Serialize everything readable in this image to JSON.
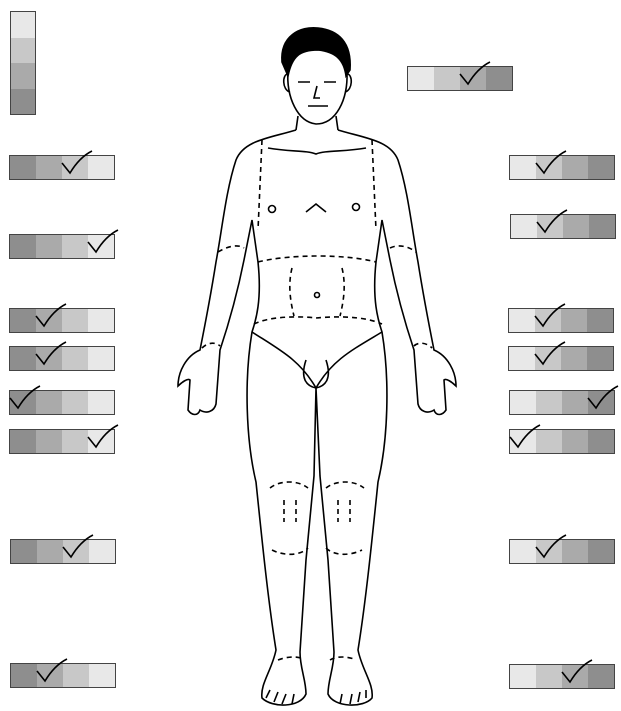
{
  "colors": {
    "shade_1": "#e8e8e8",
    "shade_2": "#c8c8c8",
    "shade_3": "#aaaaaa",
    "shade_4": "#8e8e8e",
    "outline": "#000000"
  },
  "legend": {
    "icon": "intensity-legend",
    "levels_top_to_bottom": [
      "#e8e8e8",
      "#c8c8c8",
      "#aaaaaa",
      "#8e8e8e"
    ]
  },
  "figure": {
    "icon": "human-body-front-outline"
  },
  "scales": [
    {
      "id": "head-right-of-figure",
      "cells": [
        "#e8e8e8",
        "#c8c8c8",
        "#aaaaaa",
        "#8e8e8e"
      ],
      "checked_cell": 3
    },
    {
      "id": "left-1",
      "cells": [
        "#8e8e8e",
        "#aaaaaa",
        "#c8c8c8",
        "#e8e8e8"
      ],
      "checked_cell": 3
    },
    {
      "id": "left-2",
      "cells": [
        "#8e8e8e",
        "#aaaaaa",
        "#c8c8c8",
        "#e8e8e8"
      ],
      "checked_cell": 4
    },
    {
      "id": "left-3",
      "cells": [
        "#8e8e8e",
        "#aaaaaa",
        "#c8c8c8",
        "#e8e8e8"
      ],
      "checked_cell": 2
    },
    {
      "id": "left-4",
      "cells": [
        "#8e8e8e",
        "#aaaaaa",
        "#c8c8c8",
        "#e8e8e8"
      ],
      "checked_cell": 2
    },
    {
      "id": "left-5",
      "cells": [
        "#8e8e8e",
        "#aaaaaa",
        "#c8c8c8",
        "#e8e8e8"
      ],
      "checked_cell": 1
    },
    {
      "id": "left-6",
      "cells": [
        "#8e8e8e",
        "#aaaaaa",
        "#c8c8c8",
        "#e8e8e8"
      ],
      "checked_cell": 4
    },
    {
      "id": "left-7",
      "cells": [
        "#8e8e8e",
        "#aaaaaa",
        "#c8c8c8",
        "#e8e8e8"
      ],
      "checked_cell": 3
    },
    {
      "id": "left-8",
      "cells": [
        "#8e8e8e",
        "#aaaaaa",
        "#c8c8c8",
        "#e8e8e8"
      ],
      "checked_cell": 2
    },
    {
      "id": "right-1",
      "cells": [
        "#e8e8e8",
        "#c8c8c8",
        "#aaaaaa",
        "#8e8e8e"
      ],
      "checked_cell": 2
    },
    {
      "id": "right-2",
      "cells": [
        "#e8e8e8",
        "#c8c8c8",
        "#aaaaaa",
        "#8e8e8e"
      ],
      "checked_cell": 2
    },
    {
      "id": "right-3",
      "cells": [
        "#e8e8e8",
        "#c8c8c8",
        "#aaaaaa",
        "#8e8e8e"
      ],
      "checked_cell": 2
    },
    {
      "id": "right-4",
      "cells": [
        "#e8e8e8",
        "#c8c8c8",
        "#aaaaaa",
        "#8e8e8e"
      ],
      "checked_cell": 2
    },
    {
      "id": "right-5",
      "cells": [
        "#e8e8e8",
        "#c8c8c8",
        "#aaaaaa",
        "#8e8e8e"
      ],
      "checked_cell": 4
    },
    {
      "id": "right-6",
      "cells": [
        "#e8e8e8",
        "#c8c8c8",
        "#aaaaaa",
        "#8e8e8e"
      ],
      "checked_cell": 1
    },
    {
      "id": "right-7",
      "cells": [
        "#e8e8e8",
        "#c8c8c8",
        "#aaaaaa",
        "#8e8e8e"
      ],
      "checked_cell": 2
    },
    {
      "id": "right-8",
      "cells": [
        "#e8e8e8",
        "#c8c8c8",
        "#aaaaaa",
        "#8e8e8e"
      ],
      "checked_cell": 3
    }
  ]
}
